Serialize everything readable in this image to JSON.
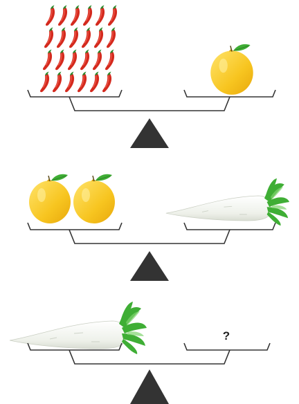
{
  "puzzle": {
    "scales": [
      {
        "left": {
          "item": "chili-pepper",
          "count": 24
        },
        "right": {
          "item": "lemon",
          "count": 1
        }
      },
      {
        "left": {
          "item": "lemon",
          "count": 2
        },
        "right": {
          "item": "daikon-radish",
          "count": 1
        }
      },
      {
        "left": {
          "item": "daikon-radish",
          "count": 1
        },
        "right": {
          "item": "unknown",
          "label": "?"
        }
      }
    ]
  },
  "colors": {
    "scale_line": "#333333",
    "fulcrum": "#333333",
    "chili_red": "#d42a1e",
    "chili_stem": "#2f8a2f",
    "lemon_yellow": "#f7c520",
    "leaf_green": "#3fae35",
    "radish_white": "#f4f6f2"
  }
}
